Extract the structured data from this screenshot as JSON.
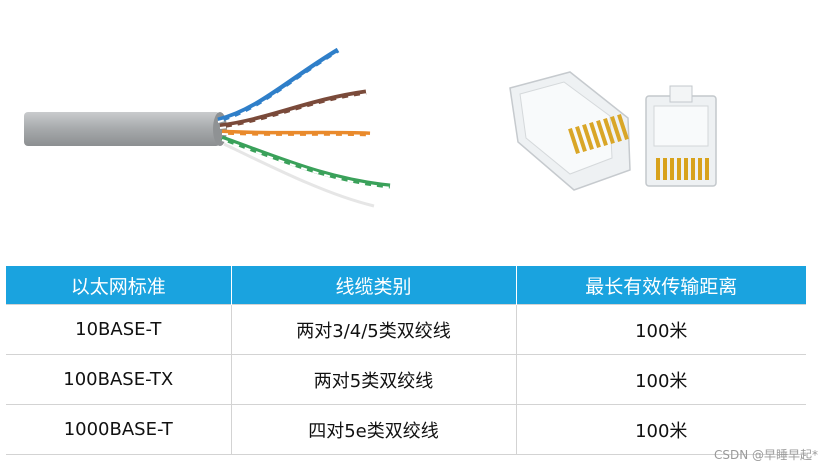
{
  "table": {
    "headers": [
      "以太网标准",
      "线缆类别",
      "最长有效传输距离"
    ],
    "rows": [
      [
        "10BASE-T",
        "两对3/4/5类双绞线",
        "100米"
      ],
      [
        "100BASE-TX",
        "两对5类双绞线",
        "100米"
      ],
      [
        "1000BASE-T",
        "四对5e类双绞线",
        "100米"
      ]
    ]
  },
  "watermark": "CSDN @早睡早起*",
  "colors": {
    "header_bg": "#1aa3df",
    "cable_jacket": "#a9acae",
    "pin_gold": "#d8a21c",
    "wire_blue": "#2f7fc9",
    "wire_brown": "#7a4a3a",
    "wire_orange": "#e98a2c",
    "wire_green": "#3aa15a"
  },
  "icons": {
    "cable": "twisted-pair-cable-icon",
    "connector": "rj45-connector-icon"
  }
}
